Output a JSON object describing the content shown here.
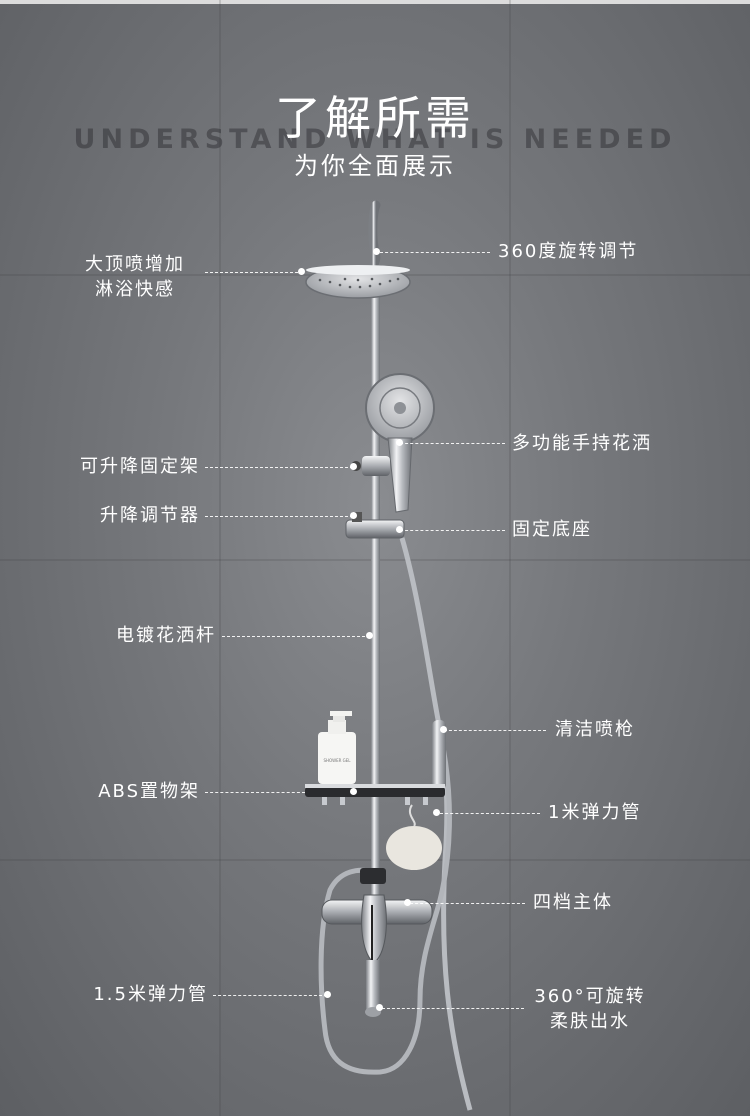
{
  "header": {
    "title": "了解所需",
    "watermark": "UNDERSTAND WHAT IS NEEDED",
    "subtitle": "为你全面展示"
  },
  "labels": {
    "top_spray": "大顶喷增加\n淋浴快感",
    "rotate_360": "360度旋转调节",
    "handheld": "多功能手持花洒",
    "lift_bracket": "可升降固定架",
    "lift_adjuster": "升降调节器",
    "fixed_base": "固定底座",
    "plated_rod": "电镀花洒杆",
    "cleaning_gun": "清洁喷枪",
    "abs_shelf": "ABS置物架",
    "hose_1m": "1米弹力管",
    "four_gear_body": "四档主体",
    "hose_1_5m": "1.5米弹力管",
    "rotating_spout": "360°可旋转\n柔肤出水"
  },
  "product": {
    "bottle_label": "SHOWER GEL"
  },
  "colors": {
    "background": "#76787c",
    "text": "#ffffff",
    "chrome": "#c9ccd0"
  }
}
